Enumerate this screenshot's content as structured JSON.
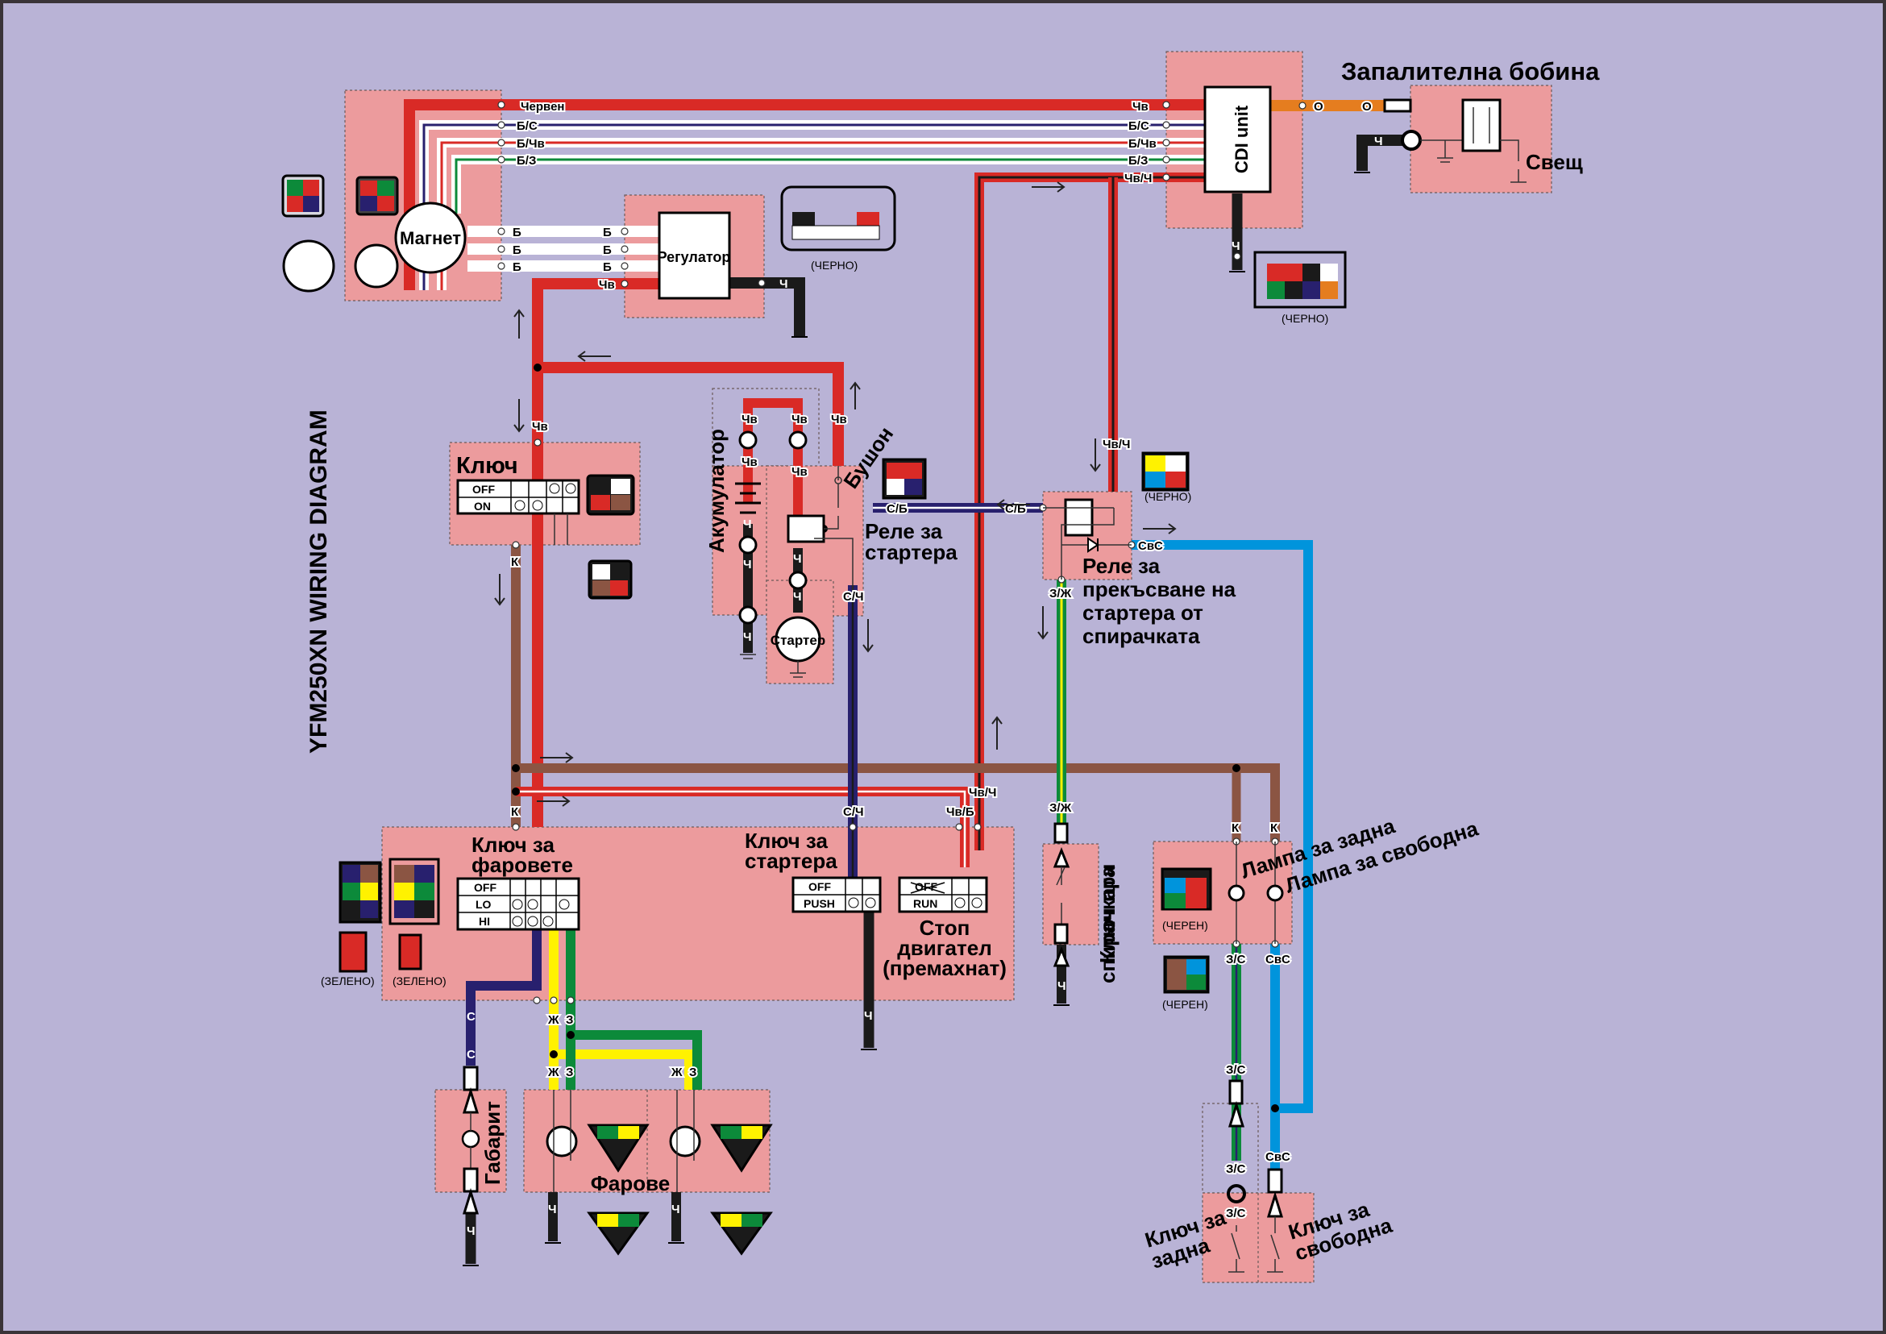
{
  "title": "YFM250XN WIRING DIAGRAM",
  "components": {
    "magnet": "Магнет",
    "regulator": "Регулатор",
    "cdi": "CDI unit",
    "ignition_coil": "Запалителна бобина",
    "spark_plug": "Свещ",
    "key": "Ключ",
    "battery": "Акумулатор",
    "fuse": "Бушон",
    "starter_relay_l1": "Реле за",
    "starter_relay_l2": "стартера",
    "starter": "Стартер",
    "cutoff_relay_l1": "Реле за",
    "cutoff_relay_l2": "прекъсване на",
    "cutoff_relay_l3": "стартера от",
    "cutoff_relay_l4": "спирачката",
    "light_switch_l1": "Ключ за",
    "light_switch_l2": "фаровете",
    "starter_switch_l1": "Ключ за",
    "starter_switch_l2": "стартера",
    "engine_stop_l1": "Стоп",
    "engine_stop_l2": "двигател",
    "engine_stop_l3": "(премахнат)",
    "brake_switch_l1": "Ключ при",
    "brake_switch_l2": "спирачката",
    "reverse_lamp": "Лампа за задна",
    "neutral_lamp": "Лампа за свободна",
    "reverse_switch_l1": "Ключ за",
    "reverse_switch_l2": "задна",
    "neutral_switch_l1": "Ключ за",
    "neutral_switch_l2": "свободна",
    "parking_light": "Габарит",
    "headlights": "Фарове"
  },
  "switch_tables": {
    "key": {
      "rows": [
        "OFF",
        "ON"
      ]
    },
    "light": {
      "rows": [
        "OFF",
        "LO",
        "HI"
      ]
    },
    "starter": {
      "rows": [
        "OFF",
        "PUSH"
      ]
    },
    "stop": {
      "rows": [
        "OFF",
        "RUN"
      ],
      "struck": "OFF"
    }
  },
  "wire_labels": {
    "red": "Червен",
    "r": "Чв",
    "ws": "Б/С",
    "wr": "Б/Чв",
    "wg": "Б/З",
    "rb": "Чв/Ч",
    "w": "Б",
    "b": "Ч",
    "o": "О",
    "k": "К",
    "lb": "С/Б",
    "lbk": "С/Ч",
    "rw": "Чв/Б",
    "gy": "З/Ж",
    "sb": "СвС",
    "gl": "З/С",
    "l": "С",
    "y": "Ж",
    "g": "З"
  },
  "connector_captions": {
    "black": "(ЧЕРНО)",
    "green": "(ЗЕЛЕНО)",
    "blackm": "(ЧЕРЕН)"
  },
  "colors": {
    "background": "#b9b3d6",
    "zone": "#ec9b9d",
    "red": "#d92a26",
    "white": "#ffffff",
    "blue": "#28206e",
    "green": "#0c8a3a",
    "brown": "#8b5543",
    "black": "#1a1a1a",
    "orange": "#e57d1f",
    "yellow": "#fff200",
    "sky": "#0094dc"
  }
}
